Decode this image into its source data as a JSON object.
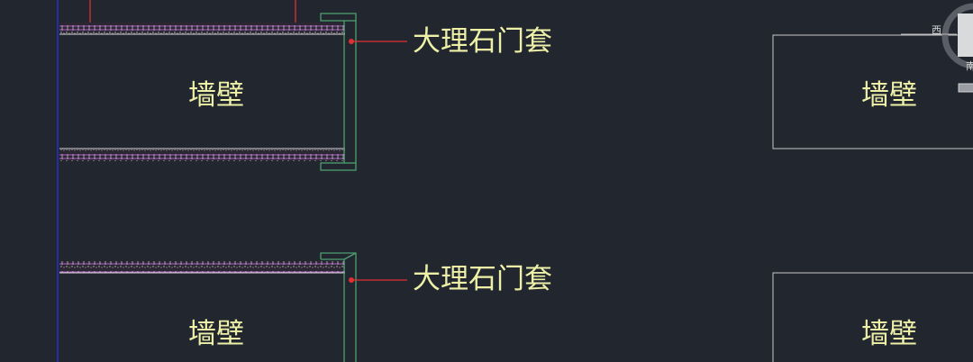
{
  "drawing": {
    "wall_label": "墙壁",
    "casing_label": "大理石门套",
    "blocks": [
      {
        "wall_label": "墙壁",
        "casing_label": "大理石门套",
        "right_wall_label": "墙壁"
      },
      {
        "wall_label": "墙壁",
        "casing_label": "大理石门套",
        "right_wall_label": "墙壁"
      }
    ]
  },
  "viewcube": {
    "west": "西",
    "south": "南"
  },
  "colors": {
    "background": "#22262f",
    "text": "#eef0a8",
    "hatch": "#b060c0",
    "casing": "#4fa070",
    "leader": "#e03030",
    "axis": "#2030a0"
  }
}
